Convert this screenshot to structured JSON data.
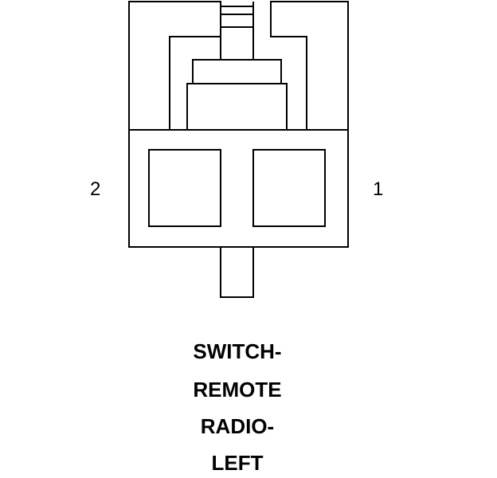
{
  "connector": {
    "pin_labels": [
      "2",
      "1"
    ]
  },
  "caption": {
    "lines": [
      "SWITCH-",
      "REMOTE",
      "RADIO-",
      "LEFT"
    ]
  }
}
